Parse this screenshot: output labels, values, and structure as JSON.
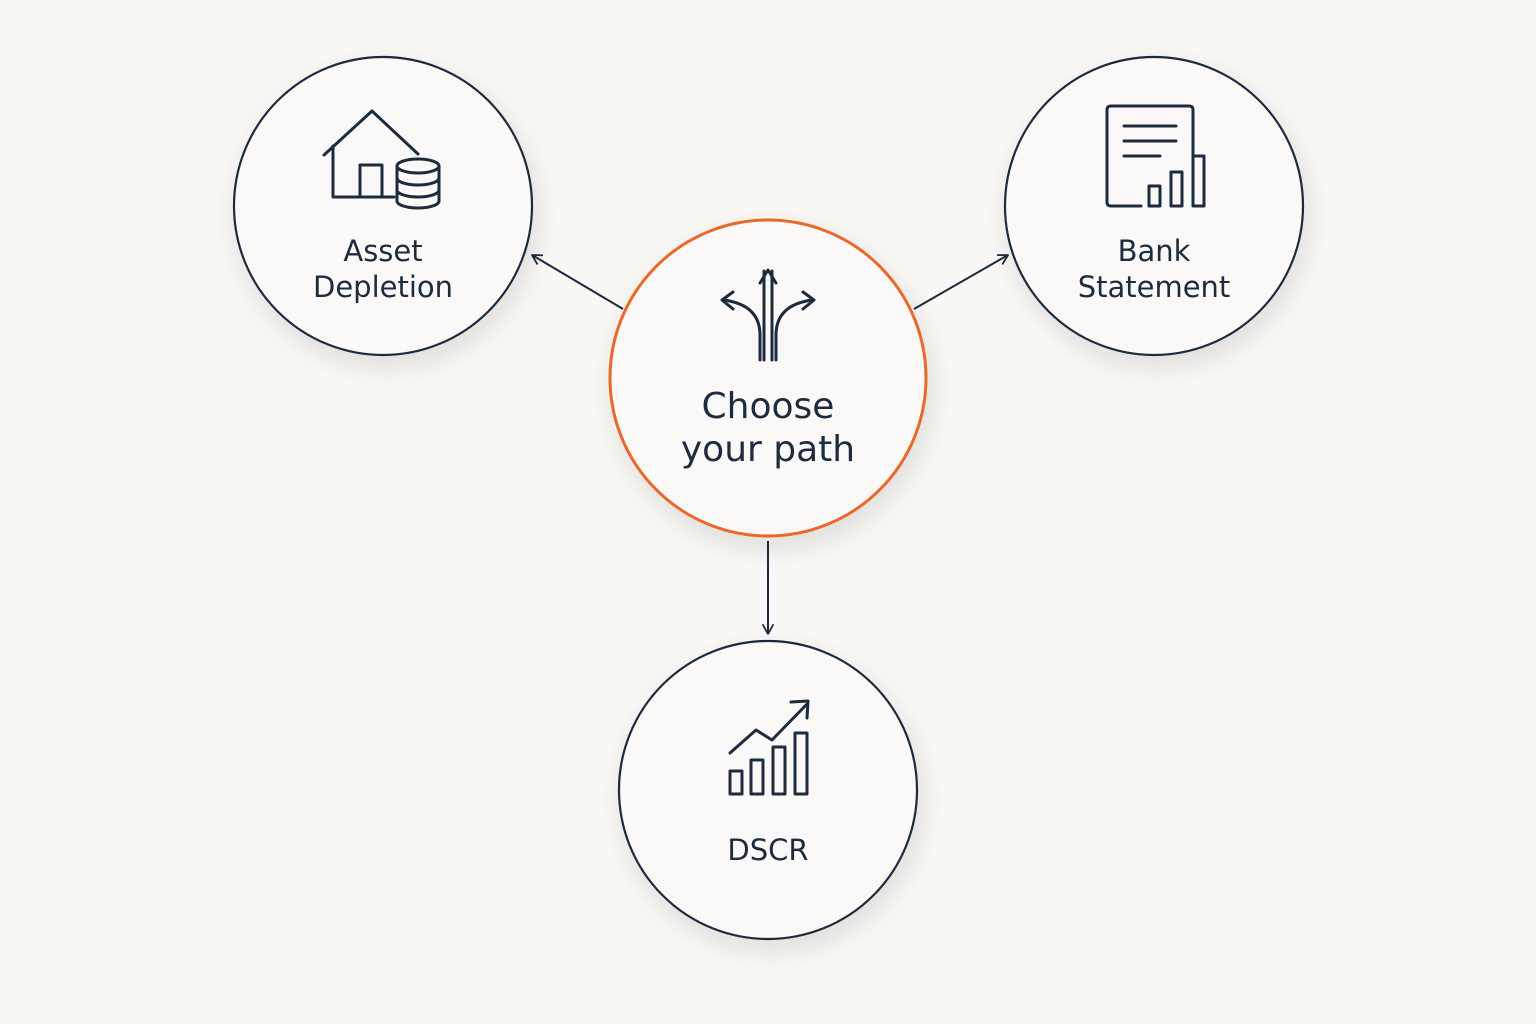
{
  "center": {
    "label_line1": "Choose",
    "label_line2": "your path",
    "icon": "split-path-arrows-icon"
  },
  "options": [
    {
      "id": "asset-depletion",
      "label_line1": "Asset",
      "label_line2": "Depletion",
      "icon": "house-with-coins-icon"
    },
    {
      "id": "bank-statement",
      "label_line1": "Bank",
      "label_line2": "Statement",
      "icon": "statement-with-bar-chart-icon"
    },
    {
      "id": "dscr",
      "label_line1": "DSCR",
      "label_line2": "",
      "icon": "trend-bar-chart-icon"
    }
  ],
  "colors": {
    "background": "#f9f8f5",
    "stroke": "#1d2b3f",
    "accent": "#e8692a",
    "circle_fill": "#faf9f7"
  }
}
